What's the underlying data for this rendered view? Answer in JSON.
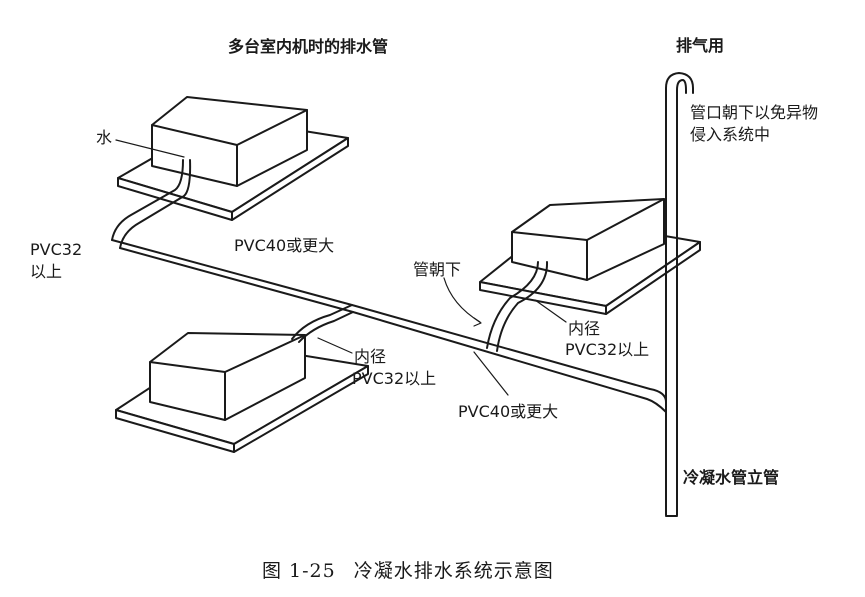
{
  "title": "多台室内机时的排水管",
  "vent": {
    "label": "排气用",
    "note_line1": "管口朝下以免异物",
    "note_line2": "侵入系统中"
  },
  "left_unit": {
    "water_label": "水",
    "pipe_label_line1": "PVC32",
    "pipe_label_line2": "以上"
  },
  "main_pipe_label_upper": "PVC40或更大",
  "main_pipe_label_lower": "PVC40或更大",
  "right_unit": {
    "down_label": "管朝下",
    "diameter_line1": "内径",
    "diameter_line2": "PVC32以上"
  },
  "bottom_unit": {
    "diameter_line1": "内径",
    "diameter_line2": "PVC32以上"
  },
  "riser_label": "冷凝水管立管",
  "caption": {
    "number": "图 1-25",
    "text": "冷凝水排水系统示意图"
  }
}
